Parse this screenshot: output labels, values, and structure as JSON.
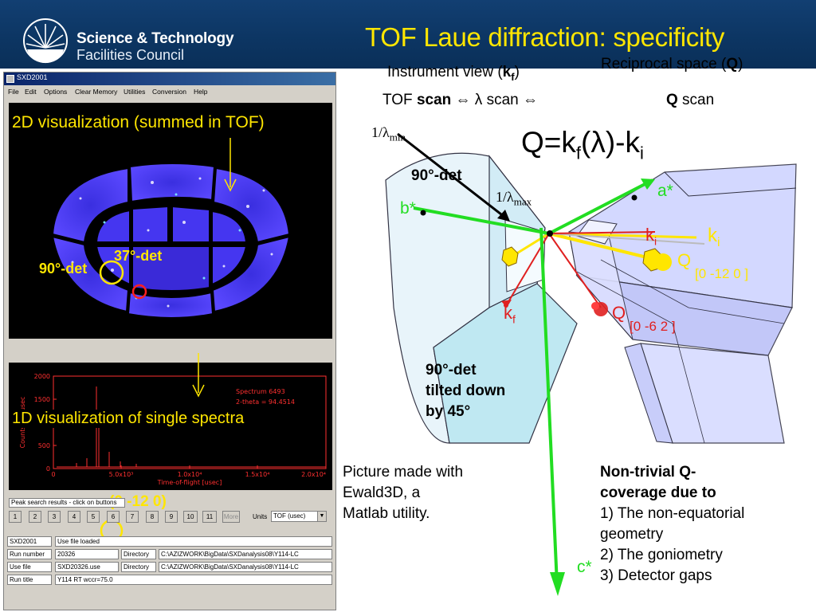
{
  "header": {
    "logo_line1": "Science & Technology",
    "logo_line2": "Facilities Council",
    "title": "TOF Laue diffraction: specificity"
  },
  "window": {
    "title": "SXD2001",
    "menu": [
      "File",
      "Edit",
      "Options",
      "Clear Memory",
      "Utilities",
      "Conversion",
      "Help"
    ],
    "panel2d_label": "2D visualization (summed in TOF)",
    "label_90det": "90°-det",
    "label_37det": "37°-det",
    "panel1d_label": "1D visualization of single spectra",
    "reflection_label": "(0 -12 0)",
    "spectrum": {
      "yaxis_label": "Counts per usec",
      "xaxis_label": "Time-of-flight [usec]",
      "yticks": [
        "2000",
        "1500",
        "1000",
        "500",
        "0"
      ],
      "xticks": [
        "0",
        "5.0x10³",
        "1.0x10⁴",
        "1.5x10⁴",
        "2.0x10⁴"
      ],
      "info_line1": "Spectrum  6493",
      "info_line2": "2-theta = 94.4514"
    },
    "peak_search_label": "Peak search results - click on buttons",
    "peak_buttons": [
      "1",
      "2",
      "3",
      "4",
      "5",
      "6",
      "7",
      "8",
      "9",
      "10",
      "11",
      "More"
    ],
    "units_label": "Units",
    "units_value": "TOF (usec)",
    "fields": [
      {
        "label": "SXD2001",
        "value": "Use file loaded"
      },
      {
        "label": "Run number",
        "value": "20326",
        "dir_label": "Directory",
        "dir_value": "C:\\AZIZWORK\\BigData\\SXDanalysis08\\Y114-LC"
      },
      {
        "label": "Use file",
        "value": "SXD20326.use",
        "dir_label": "Directory",
        "dir_value": "C:\\AZIZWORK\\BigData\\SXDanalysis08\\Y114-LC"
      },
      {
        "label": "Run title",
        "value": "Y114 RT wccr=75.0"
      }
    ]
  },
  "right": {
    "reciprocal_space": "Reciprocal space (",
    "reciprocal_Q": "Q",
    "reciprocal_close": ")",
    "instrument_view": "Instrument view (",
    "instrument_kf": "k",
    "instrument_kf_sub": "f",
    "instrument_close": ")",
    "tof_scan": "TOF ",
    "scan_bold": "scan",
    "lambda_scan": " ⇔ λ scan  ⇔",
    "q_bold": "Q",
    "q_scan": " scan",
    "inv_lambda_min": "1/λ",
    "inv_lambda_min_sub": "min",
    "inv_lambda_max": "1/λ",
    "inv_lambda_max_sub": "max",
    "equation_Q": "Q=k",
    "equation_f": "f",
    "equation_mid": "(λ)-k",
    "equation_i": "i",
    "label_90det": "90°-det",
    "b_star": "b*",
    "a_star": "a*",
    "c_star": "c*",
    "k_i": "k",
    "k_i_sub": "i",
    "k_f": "k",
    "k_f_sub": "f",
    "Q_label": "Q",
    "refl_1": "[0 -12   0 ]",
    "refl_2": "[0 -6  2 ]",
    "tilt_line1": "90°-det",
    "tilt_line2": "tilted down",
    "tilt_line3": "by 45°",
    "caption_left": [
      "Picture made with",
      "Ewald3D, a",
      "Matlab utility."
    ],
    "caption_right_bold": [
      "Non-trivial Q-",
      "coverage due to"
    ],
    "caption_right": [
      "1) The non-equatorial",
      "geometry",
      "2) The goniometry",
      "3) Detector gaps"
    ]
  },
  "colors": {
    "header_bg": "#0c3562",
    "title_yellow": "#ffe600",
    "green_axis": "#22dd22",
    "red_vector": "#e02020",
    "detector_blue": "#4a3dff"
  }
}
